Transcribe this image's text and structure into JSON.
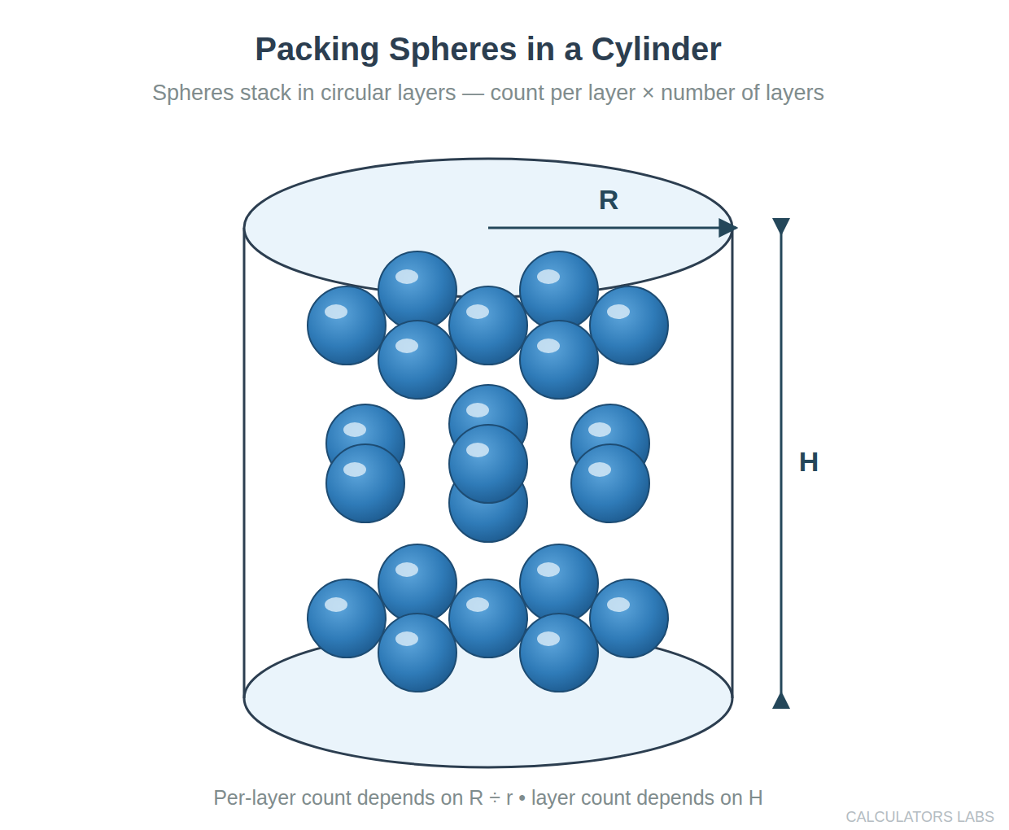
{
  "diagram": {
    "title": "Packing Spheres in a Cylinder",
    "caption": "Per-layer count depends on R ÷ r • layer count depends on H",
    "labels": [
      "Spheres stack in circular layers — count per layer × number of layers",
      "R",
      "H",
      "CALCULATORS LABS"
    ]
  }
}
